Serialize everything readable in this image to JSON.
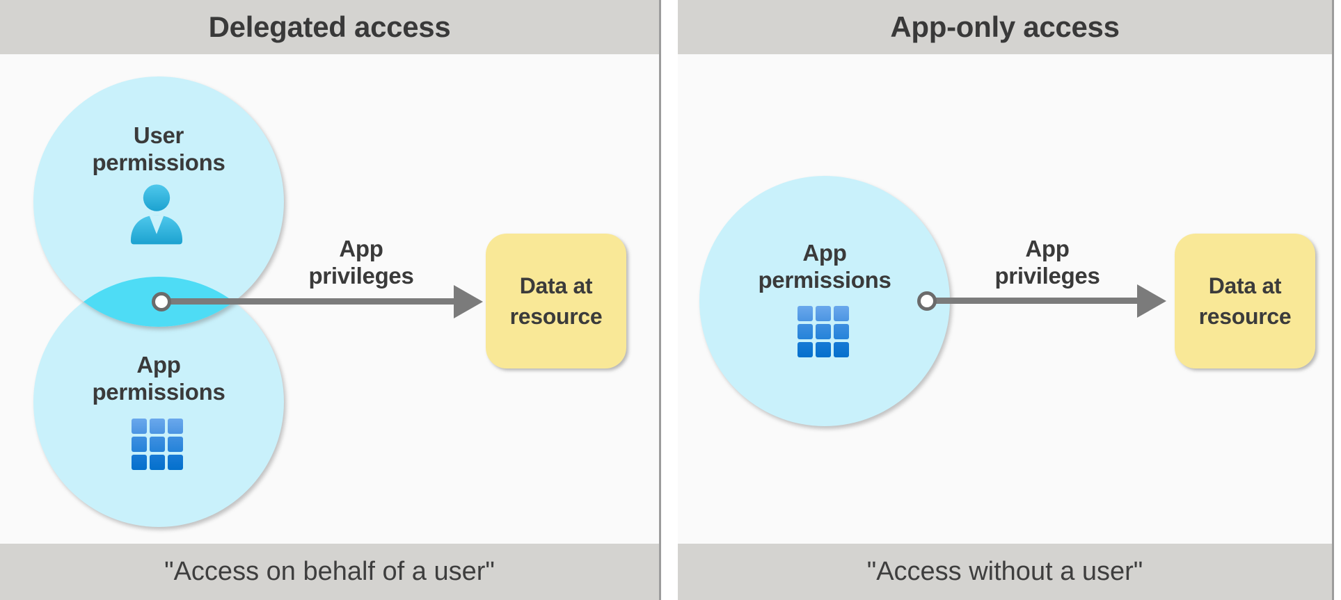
{
  "diagram": {
    "panels": [
      {
        "title": "Delegated access",
        "caption": "\"Access on behalf of a user\"",
        "circle_labels": [
          "User permissions",
          "App permissions"
        ],
        "icons": [
          "user-icon",
          "app-grid-icon"
        ],
        "arrow_label": "App privileges",
        "resource_box_label": "Data at resource"
      },
      {
        "title": "App-only access",
        "caption": "\"Access without a user\"",
        "circle_labels": [
          "App permissions"
        ],
        "icons": [
          "app-grid-icon"
        ],
        "arrow_label": "App privileges",
        "resource_box_label": "Data at resource"
      }
    ],
    "colors": {
      "header_bar": "#d4d3d0",
      "panel_body": "#fafafa",
      "circle_fill": "#c9f1fb",
      "circle_overlap": "#4edcf5",
      "arrow_gray": "#7b7b7b",
      "resource_box_yellow": "#f9e897",
      "text_dark": "#3a3a3a",
      "app_icon_blue_top": "#6aa8ec",
      "app_icon_blue_bottom": "#0470cc",
      "user_icon_teal": "#35b9e0"
    }
  }
}
